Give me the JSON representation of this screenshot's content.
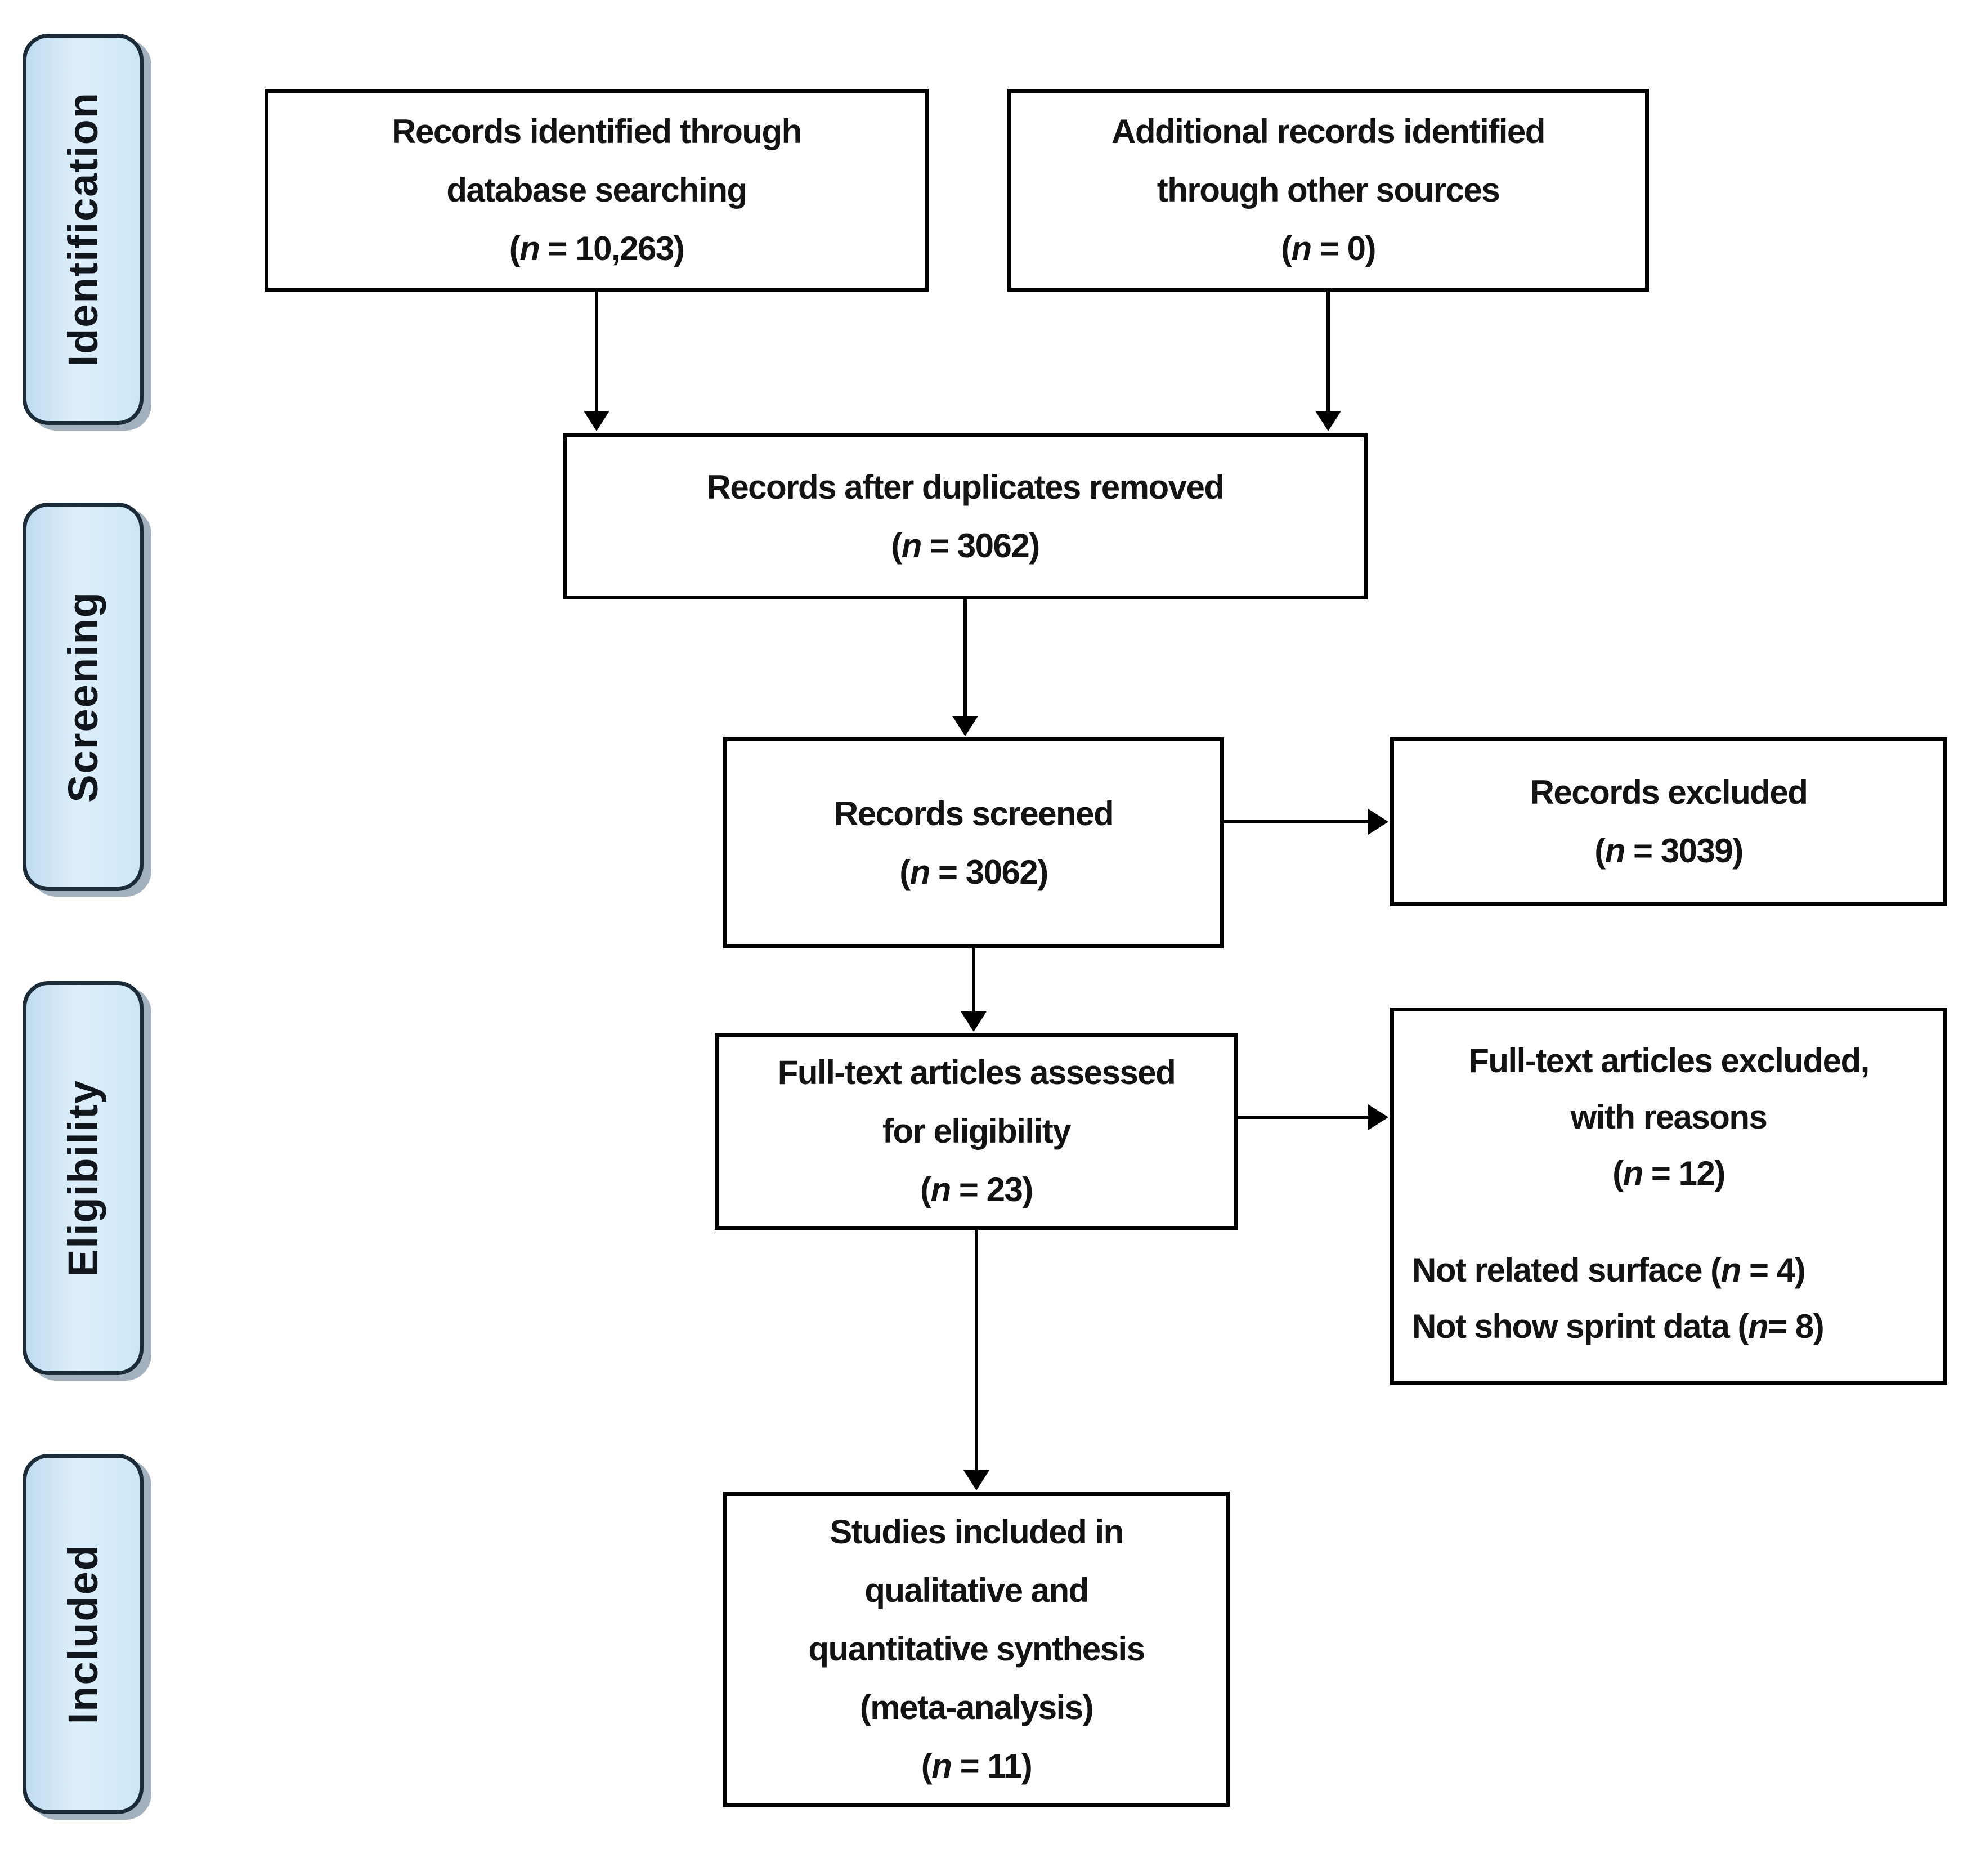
{
  "diagram": {
    "type": "PRISMA flow diagram",
    "stages": [
      {
        "id": "identification",
        "label": "Identification"
      },
      {
        "id": "screening",
        "label": "Screening"
      },
      {
        "id": "eligibility",
        "label": "Eligibility"
      },
      {
        "id": "included",
        "label": "Included"
      }
    ],
    "boxes": {
      "records_identified": {
        "line1": "Records identified through",
        "line2": "database searching",
        "count": "(n = 10,263)"
      },
      "additional_records": {
        "line1": "Additional records identified",
        "line2": "through other sources",
        "count": "(n = 0)"
      },
      "duplicates_removed": {
        "line1": "Records after duplicates removed",
        "count": "(n = 3062)"
      },
      "records_screened": {
        "line1": "Records screened",
        "count": "(n = 3062)"
      },
      "records_excluded": {
        "line1": "Records excluded",
        "count": "(n = 3039)"
      },
      "fulltext_assessed": {
        "line1": "Full-text articles assessed",
        "line2": "for eligibility",
        "count": "(n = 23)"
      },
      "fulltext_excluded": {
        "line1": "Full-text articles excluded,",
        "line2": "with reasons",
        "count": "(n = 12)",
        "reason1": "Not related surface (n = 4)",
        "reason2": "Not show sprint data (n= 8)"
      },
      "studies_included": {
        "line1": "Studies included in",
        "line2": "qualitative and",
        "line3": "quantitative synthesis",
        "line4": "(meta-analysis)",
        "count": "(n = 11)"
      }
    },
    "edges": [
      {
        "from": "records_identified",
        "to": "duplicates_removed"
      },
      {
        "from": "additional_records",
        "to": "duplicates_removed"
      },
      {
        "from": "duplicates_removed",
        "to": "records_screened"
      },
      {
        "from": "records_screened",
        "to": "records_excluded"
      },
      {
        "from": "records_screened",
        "to": "fulltext_assessed"
      },
      {
        "from": "fulltext_assessed",
        "to": "fulltext_excluded"
      },
      {
        "from": "fulltext_assessed",
        "to": "studies_included"
      }
    ],
    "colors": {
      "stage_fill": "#cfe7f8",
      "stage_border": "#1c2b38",
      "box_border": "#000000",
      "box_fill": "#ffffff",
      "arrow": "#000000",
      "background": "#ffffff",
      "text": "#131313"
    }
  }
}
